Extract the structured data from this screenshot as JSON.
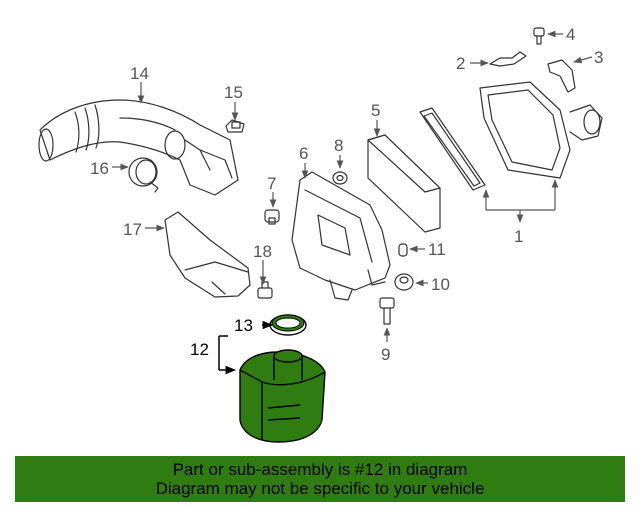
{
  "callouts": {
    "c1": "1",
    "c2": "2",
    "c3": "3",
    "c4": "4",
    "c5": "5",
    "c6": "6",
    "c7": "7",
    "c8": "8",
    "c9": "9",
    "c10": "10",
    "c11": "11",
    "c12": "12",
    "c13": "13",
    "c14": "14",
    "c15": "15",
    "c16": "16",
    "c17": "17",
    "c18": "18"
  },
  "highlight": {
    "part": "12",
    "color": "#2f7d10"
  },
  "banner": {
    "line1": "Part or sub-assembly is #12 in diagram",
    "line2": "Diagram may not be specific to your vehicle",
    "color": "#2f7d10"
  }
}
